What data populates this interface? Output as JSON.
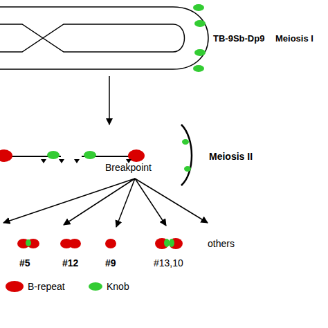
{
  "diagram": {
    "labels": [
      "TB-9Sb-Dp9",
      "Meiosis I",
      "Breakpoint",
      "Meiosis II",
      "#5",
      "#12",
      "#9",
      "#13,10",
      "others"
    ],
    "legend": [
      {
        "text": "B-repeat",
        "color": "#d90000"
      },
      {
        "text": "Knob",
        "color": "#33cc33"
      }
    ]
  }
}
